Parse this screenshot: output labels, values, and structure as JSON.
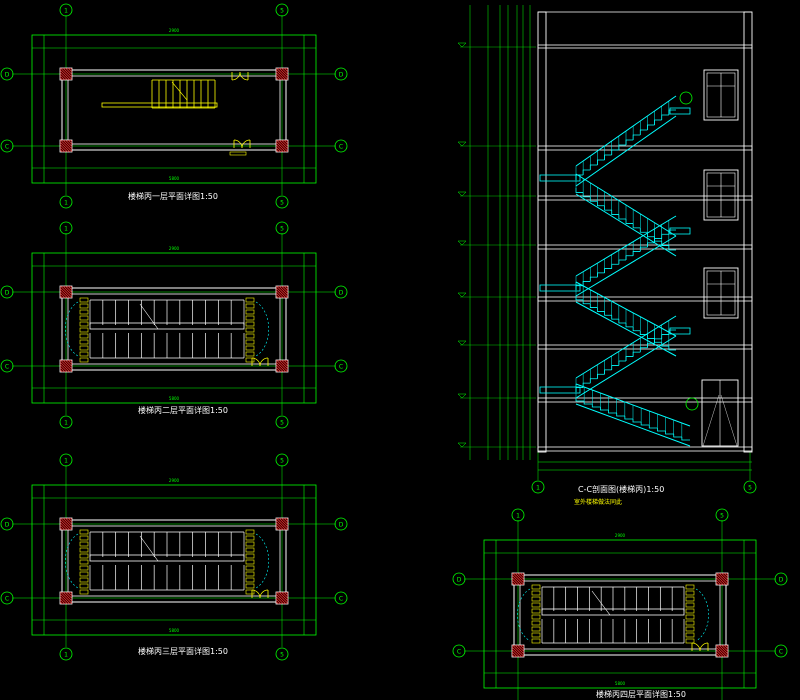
{
  "colors": {
    "background": "#000000",
    "dimension": "#00ff00",
    "wall": "#ffffff",
    "stair": "#ffff00",
    "railing": "#00ffff",
    "hatch": "#ff3333",
    "door": "#ffff00"
  },
  "views": [
    {
      "key": "plan1",
      "title": "楼梯丙一层平面详图",
      "scale": "1:50"
    },
    {
      "key": "plan2",
      "title": "楼梯丙二层平面详图",
      "scale": "1:50"
    },
    {
      "key": "plan3",
      "title": "楼梯丙三层平面详图",
      "scale": "1:50"
    },
    {
      "key": "section",
      "title": "C-C剖面图(楼梯丙)",
      "scale": "1:50",
      "subtitle": "室外楼梯做法同此"
    },
    {
      "key": "plan4",
      "title": "楼梯丙四层平面详图",
      "scale": "1:50"
    }
  ],
  "axes": {
    "left_column": "1",
    "right_column": "5",
    "bottom_row": "C",
    "top_row": "D"
  }
}
